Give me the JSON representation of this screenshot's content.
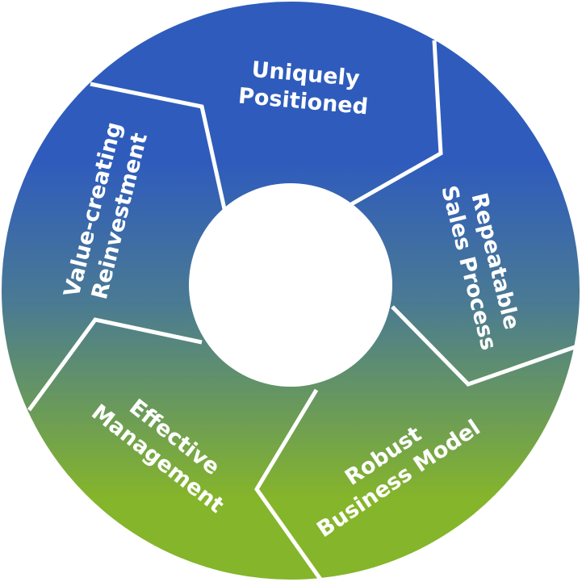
{
  "diagram": {
    "type": "cycle",
    "colors": {
      "top": "#2f5cbc",
      "middle": "#4a7a93",
      "bottom": "#85b52a",
      "divider": "#ffffff",
      "center": "#ffffff"
    },
    "segments": [
      {
        "id": "uniquely-positioned",
        "line1": "Uniquely",
        "line2": "Positioned"
      },
      {
        "id": "repeatable-sales-process",
        "line1": "Repeatable",
        "line2": "Sales Process"
      },
      {
        "id": "robust-business-model",
        "line1": "Robust",
        "line2": "Business Model"
      },
      {
        "id": "effective-management",
        "line1": "Effective",
        "line2": "Management"
      },
      {
        "id": "value-creating-reinvestment",
        "line1": "Value-creating",
        "line2": "Reinvestment"
      }
    ]
  }
}
